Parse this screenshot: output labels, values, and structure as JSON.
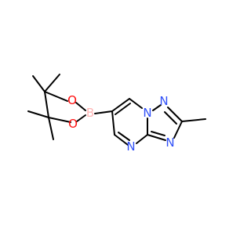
{
  "molecule": {
    "atoms": [
      {
        "id": "O1",
        "symbol": "O"
      },
      {
        "id": "O2",
        "symbol": "O"
      },
      {
        "id": "B",
        "symbol": "B"
      },
      {
        "id": "N1",
        "symbol": "N"
      },
      {
        "id": "N2",
        "symbol": "N"
      },
      {
        "id": "N3",
        "symbol": "N"
      },
      {
        "id": "N4",
        "symbol": "N"
      }
    ]
  },
  "colors": {
    "bond": "#000000",
    "oxygen": "#ff0d0d",
    "nitrogen": "#3050f8",
    "boron": "#ffb5b5",
    "background": "#ffffff"
  }
}
